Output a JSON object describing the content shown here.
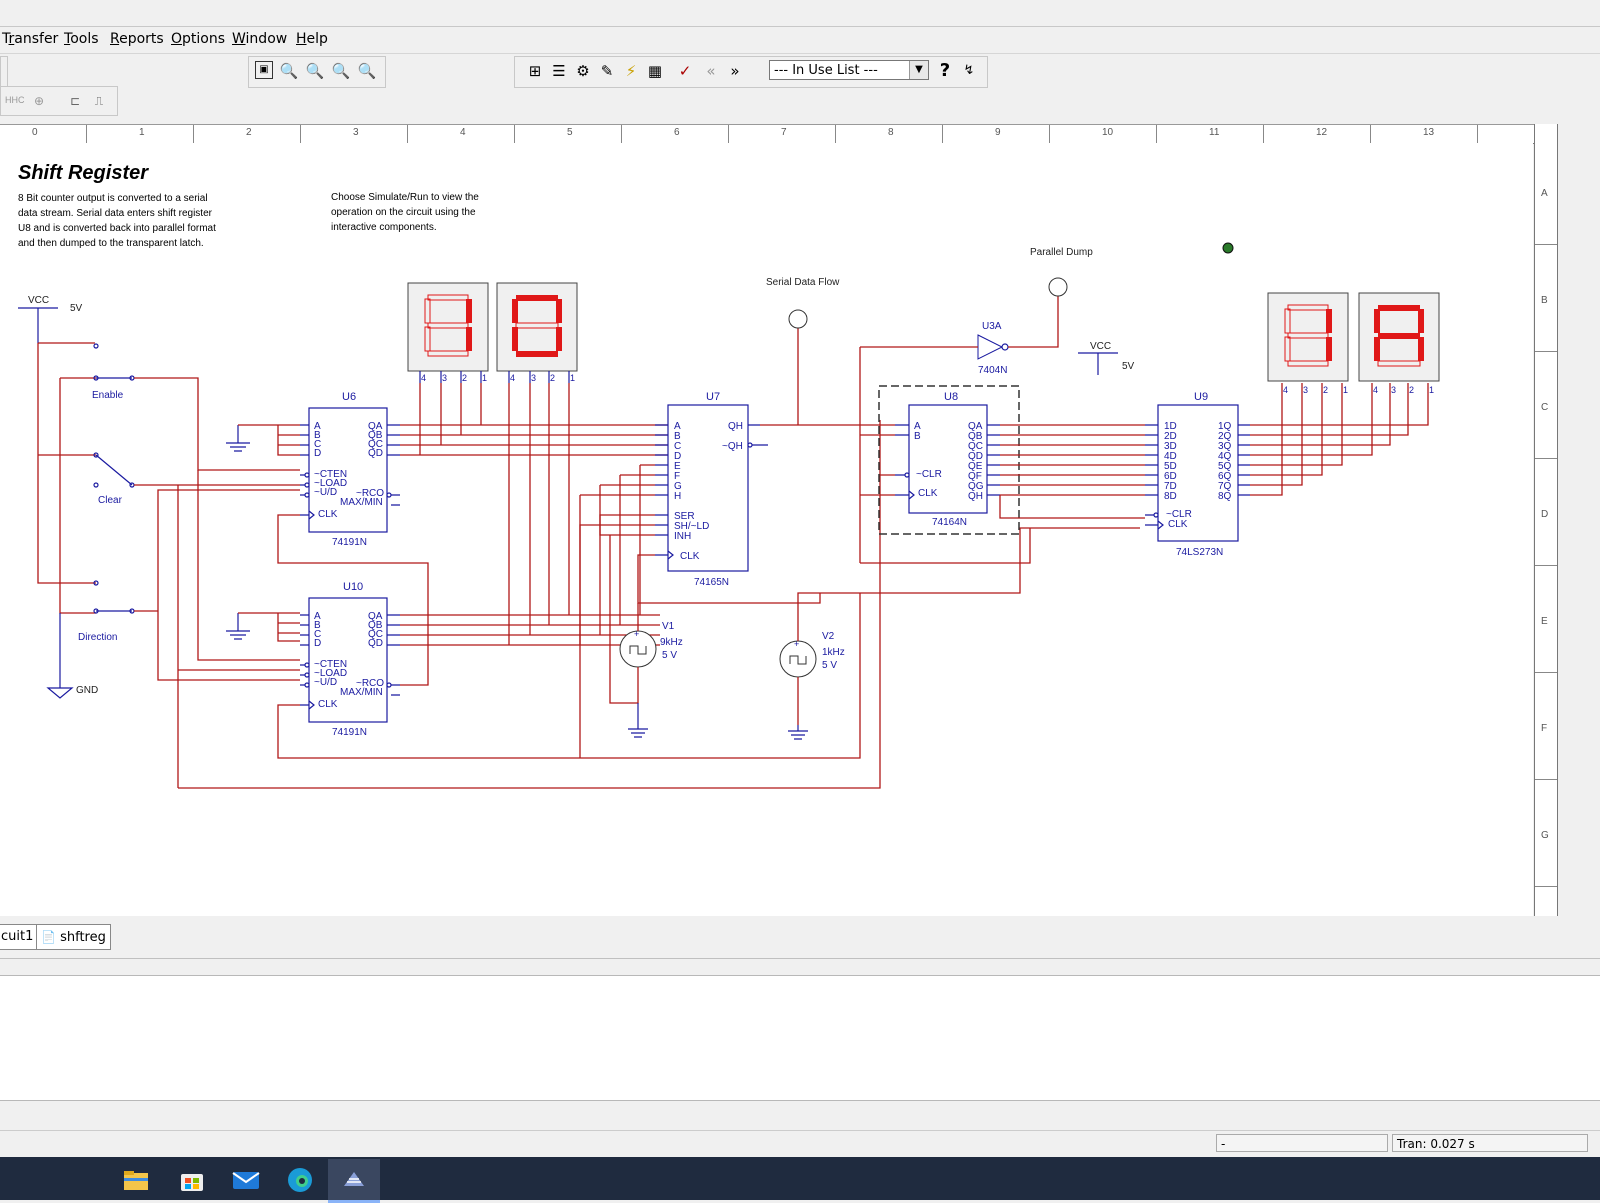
{
  "menu": {
    "items": [
      {
        "pre": "T",
        "u": "r",
        "post": "ansfer"
      },
      {
        "pre": "",
        "u": "T",
        "post": "ools"
      },
      {
        "pre": "",
        "u": "R",
        "post": "eports"
      },
      {
        "pre": "",
        "u": "O",
        "post": "ptions"
      },
      {
        "pre": "",
        "u": "W",
        "post": "indow"
      },
      {
        "pre": "",
        "u": "H",
        "post": "elp"
      }
    ]
  },
  "toolbar": {
    "in_use_list": "--- In Use List ---",
    "help_glyph": "?",
    "small_label": "HHC"
  },
  "ruler": {
    "columns": [
      "0",
      "1",
      "2",
      "3",
      "4",
      "5",
      "6",
      "7",
      "8",
      "9",
      "10",
      "11",
      "12",
      "13"
    ],
    "rows": [
      "A",
      "B",
      "C",
      "D",
      "E",
      "F",
      "G"
    ]
  },
  "schematic": {
    "title": "Shift Register",
    "desc1": [
      "8 Bit counter output is converted to a serial",
      "data stream.  Serial data enters shift register",
      "U8 and is converted back into parallel format",
      "and then dumped to the transparent latch."
    ],
    "desc2": [
      "Choose Simulate/Run to view the",
      "operation on the circuit using the",
      "interactive components."
    ],
    "vcc": "VCC",
    "vcc_val": "5V",
    "gnd": "GND",
    "enable": "Enable",
    "clear": "Clear",
    "direction": "Direction",
    "serial_flow": "Serial Data Flow",
    "parallel_dump": "Parallel Dump",
    "u6": {
      "ref": "U6",
      "part": "74191N",
      "pins_l": [
        "A",
        "B",
        "C",
        "D"
      ],
      "pins_r": [
        "QA",
        "QB",
        "QC",
        "QD"
      ],
      "ctrl": [
        "~CTEN",
        "~LOAD",
        "~U/D"
      ],
      "rco": [
        "~RCO",
        "MAX/MIN"
      ],
      "clk": "CLK"
    },
    "u10": {
      "ref": "U10",
      "part": "74191N"
    },
    "u7": {
      "ref": "U7",
      "part": "74165N",
      "pins_l": [
        "A",
        "B",
        "C",
        "D",
        "E",
        "F",
        "G",
        "H"
      ],
      "qh": "QH",
      "nqh": "~QH",
      "ser": [
        "SER",
        "SH/~LD",
        "INH"
      ],
      "clk": "CLK"
    },
    "u8": {
      "ref": "U8",
      "part": "74164N",
      "pins_l": [
        "A",
        "B"
      ],
      "pins_r": [
        "QA",
        "QB",
        "QC",
        "QD",
        "QE",
        "QF",
        "QG",
        "QH"
      ],
      "clr": "~CLR",
      "clk": "CLK"
    },
    "u9": {
      "ref": "U9",
      "part": "74LS273N",
      "pins_l": [
        "1D",
        "2D",
        "3D",
        "4D",
        "5D",
        "6D",
        "7D",
        "8D"
      ],
      "pins_r": [
        "1Q",
        "2Q",
        "3Q",
        "4Q",
        "5Q",
        "6Q",
        "7Q",
        "8Q"
      ],
      "clr": "~CLR",
      "clk": "CLK"
    },
    "u3a": {
      "ref": "U3A",
      "part": "7404N"
    },
    "v1": {
      "ref": "V1",
      "freq": "9kHz",
      "volt": "5 V"
    },
    "v2": {
      "ref": "V2",
      "freq": "1kHz",
      "volt": "5 V"
    },
    "display_pins": [
      "4",
      "3",
      "2",
      "1"
    ]
  },
  "tabs": {
    "tab1": "cuit1",
    "tab2": "shftreg"
  },
  "status": {
    "field1": "-",
    "tran": "Tran: 0.027 s"
  },
  "colors": {
    "wire": "#b01818",
    "component": "#1a1aa0",
    "segment_on": "#e01818"
  }
}
